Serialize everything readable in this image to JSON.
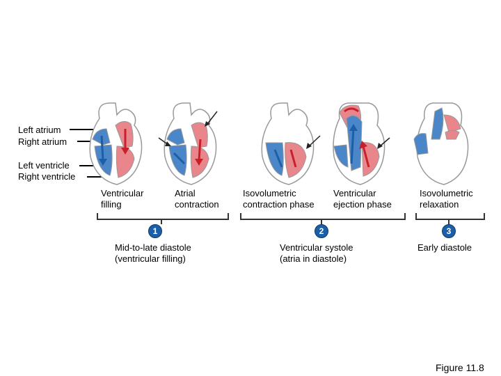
{
  "structure_labels": {
    "left_atrium": "Left atrium",
    "right_atrium": "Right atrium",
    "left_ventricle": "Left ventricle",
    "right_ventricle": "Right ventricle"
  },
  "phases": [
    {
      "line1": "Ventricular",
      "line2": "filling"
    },
    {
      "line1": "Atrial",
      "line2": "contraction"
    },
    {
      "line1": "Isovolumetric",
      "line2": "contraction phase"
    },
    {
      "line1": "Ventricular",
      "line2": "ejection phase"
    },
    {
      "line1": "Isovolumetric",
      "line2": "relaxation"
    }
  ],
  "stages": [
    {
      "number": "1",
      "line1": "Mid-to-late diastole",
      "line2": "(ventricular filling)"
    },
    {
      "number": "2",
      "line1": "Ventricular systole",
      "line2": "(atria in diastole)"
    },
    {
      "number": "3",
      "line1": "Early diastole",
      "line2": ""
    }
  ],
  "figure_label": "Figure 11.8",
  "colors": {
    "oxygenated": "#e8868c",
    "deoxygenated": "#4a86c8",
    "arrow_red": "#c8202a",
    "arrow_blue": "#1a5fa8",
    "badge": "#1a5fa8"
  }
}
